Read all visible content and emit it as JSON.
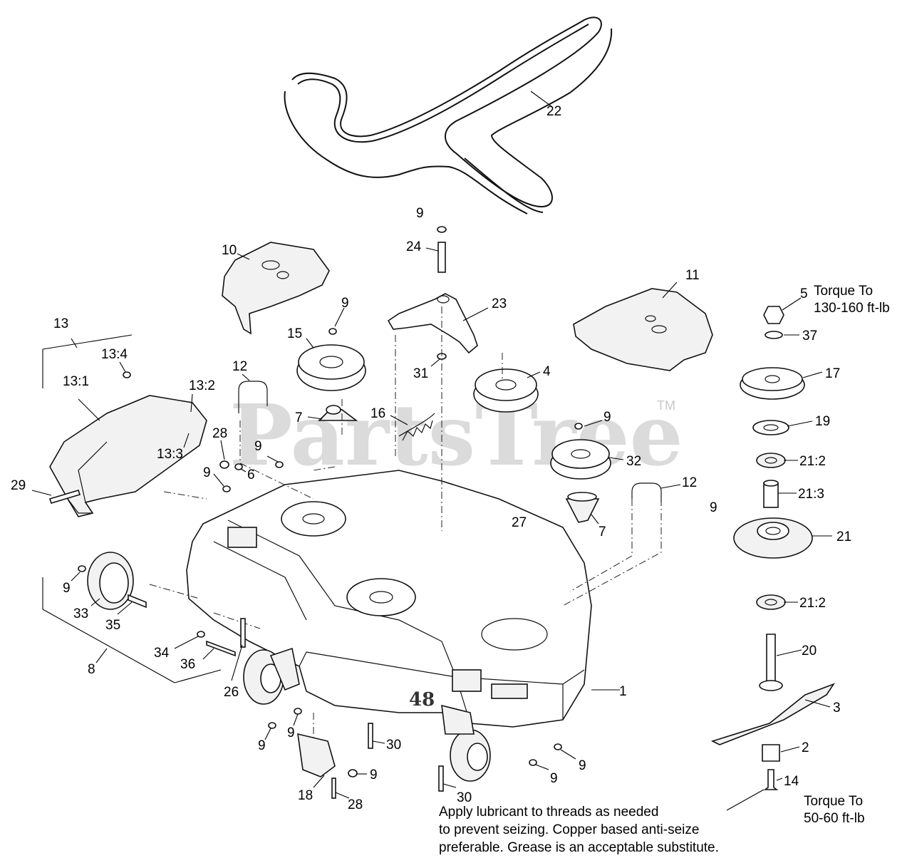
{
  "watermark": {
    "text": "PartsTree",
    "tm": "TM"
  },
  "callouts": [
    {
      "id": "c22",
      "text": "22"
    },
    {
      "id": "c9a",
      "text": "9"
    },
    {
      "id": "c24",
      "text": "24"
    },
    {
      "id": "c10",
      "text": "10"
    },
    {
      "id": "c11",
      "text": "11"
    },
    {
      "id": "c23",
      "text": "23"
    },
    {
      "id": "c5",
      "text": "5"
    },
    {
      "id": "c37",
      "text": "37"
    },
    {
      "id": "c13",
      "text": "13"
    },
    {
      "id": "c9b",
      "text": "9"
    },
    {
      "id": "c15",
      "text": "15"
    },
    {
      "id": "c31",
      "text": "31"
    },
    {
      "id": "c4",
      "text": "4"
    },
    {
      "id": "c17",
      "text": "17"
    },
    {
      "id": "c13_4",
      "text": "13:4"
    },
    {
      "id": "c13_1",
      "text": "13:1"
    },
    {
      "id": "c13_2",
      "text": "13:2"
    },
    {
      "id": "c12a",
      "text": "12"
    },
    {
      "id": "c16",
      "text": "16"
    },
    {
      "id": "c9c",
      "text": "9"
    },
    {
      "id": "c19",
      "text": "19"
    },
    {
      "id": "c7a",
      "text": "7"
    },
    {
      "id": "c32",
      "text": "32"
    },
    {
      "id": "c13_3",
      "text": "13:3"
    },
    {
      "id": "c28a",
      "text": "28"
    },
    {
      "id": "c21_2a",
      "text": "21:2"
    },
    {
      "id": "c9d",
      "text": "9"
    },
    {
      "id": "c6",
      "text": "6"
    },
    {
      "id": "c9e",
      "text": "9"
    },
    {
      "id": "c12b",
      "text": "12"
    },
    {
      "id": "c29",
      "text": "29"
    },
    {
      "id": "c21_3",
      "text": "21:3"
    },
    {
      "id": "c9f",
      "text": "9"
    },
    {
      "id": "c27",
      "text": "27"
    },
    {
      "id": "c7b",
      "text": "7"
    },
    {
      "id": "c21",
      "text": "21"
    },
    {
      "id": "c9g",
      "text": "9"
    },
    {
      "id": "c33",
      "text": "33"
    },
    {
      "id": "c21_2b",
      "text": "21:2"
    },
    {
      "id": "c35",
      "text": "35"
    },
    {
      "id": "c20",
      "text": "20"
    },
    {
      "id": "c34",
      "text": "34"
    },
    {
      "id": "c8",
      "text": "8"
    },
    {
      "id": "c36",
      "text": "36"
    },
    {
      "id": "c26",
      "text": "26"
    },
    {
      "id": "c1",
      "text": "1"
    },
    {
      "id": "c3",
      "text": "3"
    },
    {
      "id": "c9h",
      "text": "9"
    },
    {
      "id": "c9i",
      "text": "9"
    },
    {
      "id": "c30a",
      "text": "30"
    },
    {
      "id": "c2",
      "text": "2"
    },
    {
      "id": "c9j",
      "text": "9"
    },
    {
      "id": "c9k",
      "text": "9"
    },
    {
      "id": "c9l",
      "text": "9"
    },
    {
      "id": "c18",
      "text": "18"
    },
    {
      "id": "c30b",
      "text": "30"
    },
    {
      "id": "c14",
      "text": "14"
    },
    {
      "id": "c28b",
      "text": "28"
    }
  ],
  "torque_top": {
    "line1": "Torque To",
    "line2": "130-160 ft-lb"
  },
  "torque_bottom": {
    "line1": "Torque To",
    "line2": "50-60 ft-lb"
  },
  "note": {
    "line1": "Apply lubricant to threads as needed",
    "line2": "to prevent seizing. Copper based anti-seize",
    "line3": "preferable. Grease is an acceptable substitute."
  },
  "deck_badge": "48"
}
